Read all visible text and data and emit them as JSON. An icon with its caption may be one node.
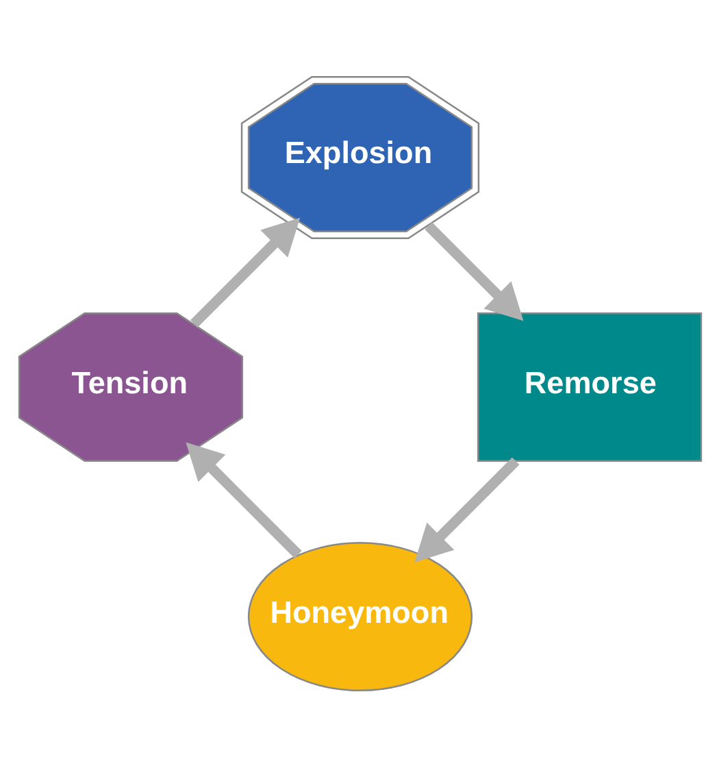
{
  "diagram": {
    "nodes": [
      {
        "text": [
          "Honeymoon"
        ]
      },
      {
        "text": [
          "Tension"
        ]
      },
      {
        "text": [
          "Explosion"
        ]
      },
      {
        "text": [
          "Remorse"
        ]
      }
    ],
    "edges": [
      {
        "from": 0,
        "to": 1,
        "arrow": "to"
      },
      {
        "from": 1,
        "to": 2,
        "arrow": "to"
      },
      {
        "from": 2,
        "to": 3,
        "arrow": "to"
      },
      {
        "from": 3,
        "to": 0,
        "arrow": "to"
      }
    ]
  }
}
